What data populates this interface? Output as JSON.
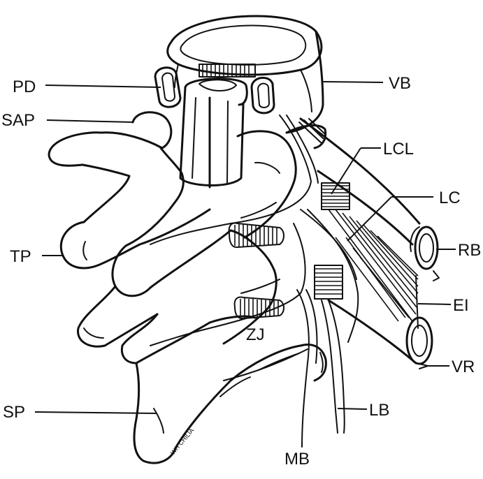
{
  "labels": {
    "pd": "PD",
    "vb": "VB",
    "sap": "SAP",
    "lcl": "LCL",
    "lc": "LC",
    "tp": "TP",
    "rb": "RB",
    "ei": "EI",
    "zj": "ZJ",
    "vr": "VR",
    "sp": "SP",
    "lb": "LB",
    "mb": "MB"
  },
  "artist_signature": "WH CHILIA"
}
